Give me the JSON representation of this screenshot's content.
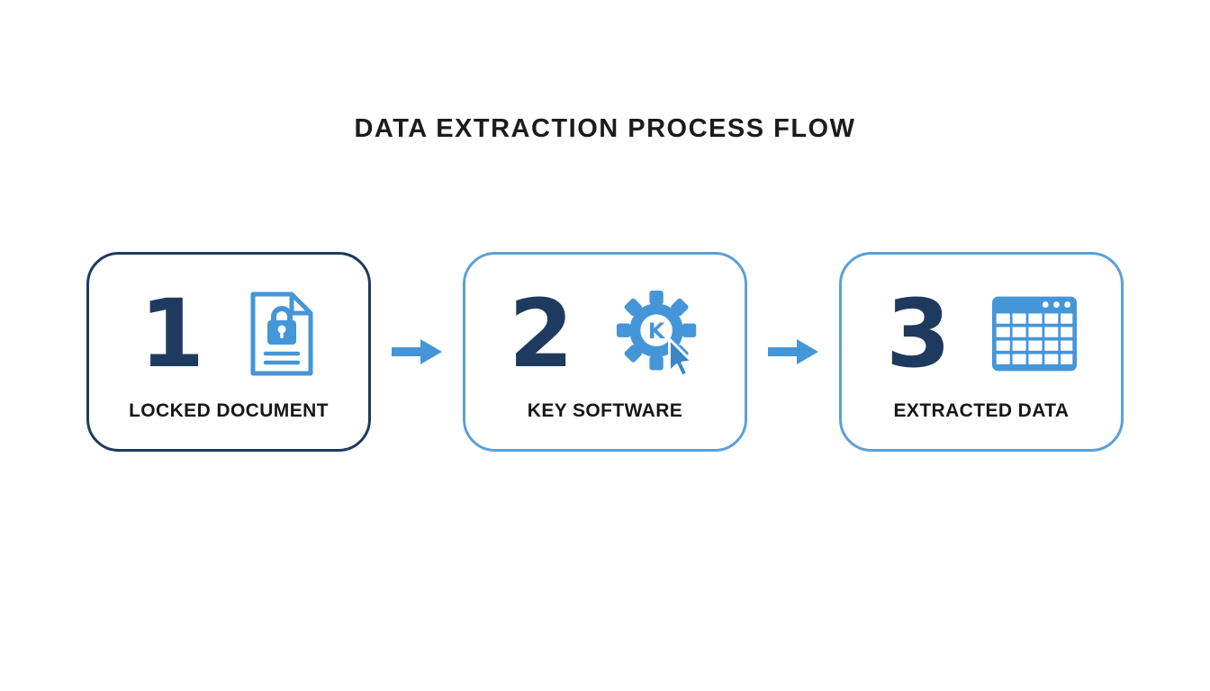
{
  "title": "DATA EXTRACTION PROCESS FLOW",
  "steps": [
    {
      "number": "1",
      "label": "LOCKED DOCUMENT",
      "icon": "locked-document-icon"
    },
    {
      "number": "2",
      "label": "KEY SOFTWARE",
      "icon": "gear-key-cursor-icon",
      "icon_letter": "K"
    },
    {
      "number": "3",
      "label": "EXTRACTED DATA",
      "icon": "data-table-icon"
    }
  ],
  "colors": {
    "dark_navy": "#1e3a5f",
    "accent_blue": "#4596d8",
    "light_border_blue": "#5b9fd8",
    "text": "#1c1c1c",
    "background": "#ffffff"
  }
}
